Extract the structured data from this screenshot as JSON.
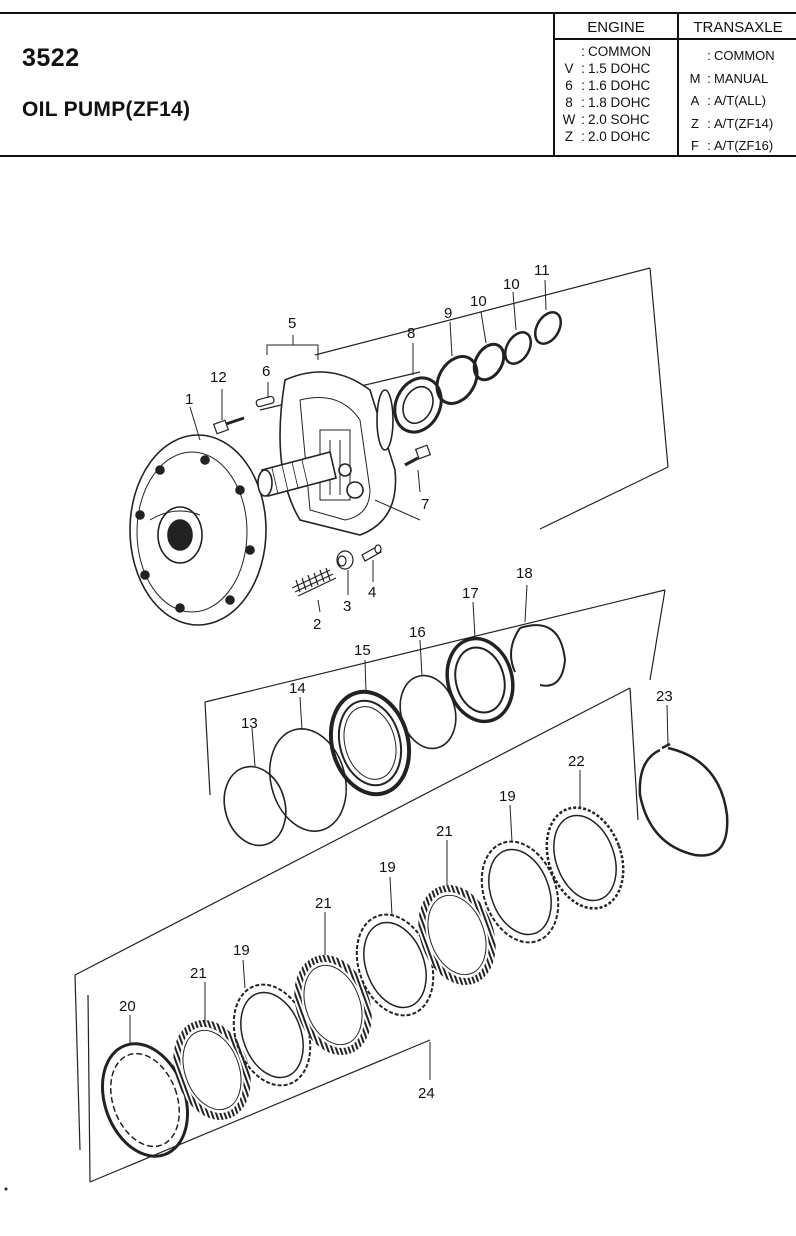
{
  "header": {
    "page_number": "3522",
    "title": "OIL PUMP(ZF14)",
    "engine": {
      "heading": "ENGINE",
      "rows": [
        {
          "code": "",
          "label": "COMMON"
        },
        {
          "code": "V",
          "label": "1.5 DOHC"
        },
        {
          "code": "6",
          "label": "1.6 DOHC"
        },
        {
          "code": "8",
          "label": "1.8 DOHC"
        },
        {
          "code": "W",
          "label": "2.0 SOHC"
        },
        {
          "code": "Z",
          "label": "2.0 DOHC"
        }
      ]
    },
    "transaxle": {
      "heading": "TRANSAXLE",
      "rows": [
        {
          "code": "",
          "label": "COMMON"
        },
        {
          "code": "M",
          "label": "MANUAL"
        },
        {
          "code": "A",
          "label": "A/T(ALL)"
        },
        {
          "code": "Z",
          "label": "A/T(ZF14)"
        },
        {
          "code": "F",
          "label": "A/T(ZF16)"
        }
      ]
    }
  },
  "diagram": {
    "part_numbers": [
      "1",
      "2",
      "3",
      "4",
      "5",
      "6",
      "7",
      "8",
      "9",
      "10",
      "10",
      "11",
      "12",
      "13",
      "14",
      "15",
      "16",
      "17",
      "18",
      "19",
      "19",
      "19",
      "20",
      "21",
      "21",
      "21",
      "22",
      "23",
      "24"
    ]
  }
}
